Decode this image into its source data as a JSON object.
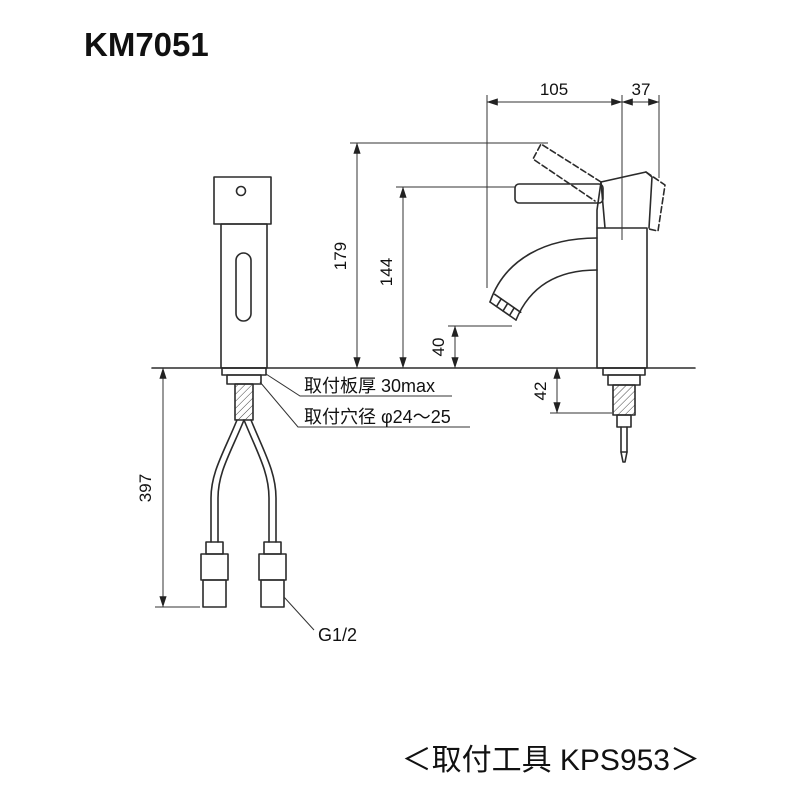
{
  "title": "KM7051",
  "footer_label": "＜取付工具 KPS953＞",
  "dims": {
    "top_width": "105",
    "top_back": "37",
    "height_total": "179",
    "height_lever": "144",
    "spout_height": "40",
    "under_counter": "42",
    "hose_length": "397"
  },
  "annotations": {
    "plate": "取付板厚 30max",
    "hole": "取付穴径 φ24～25",
    "thread": "G1/2"
  }
}
